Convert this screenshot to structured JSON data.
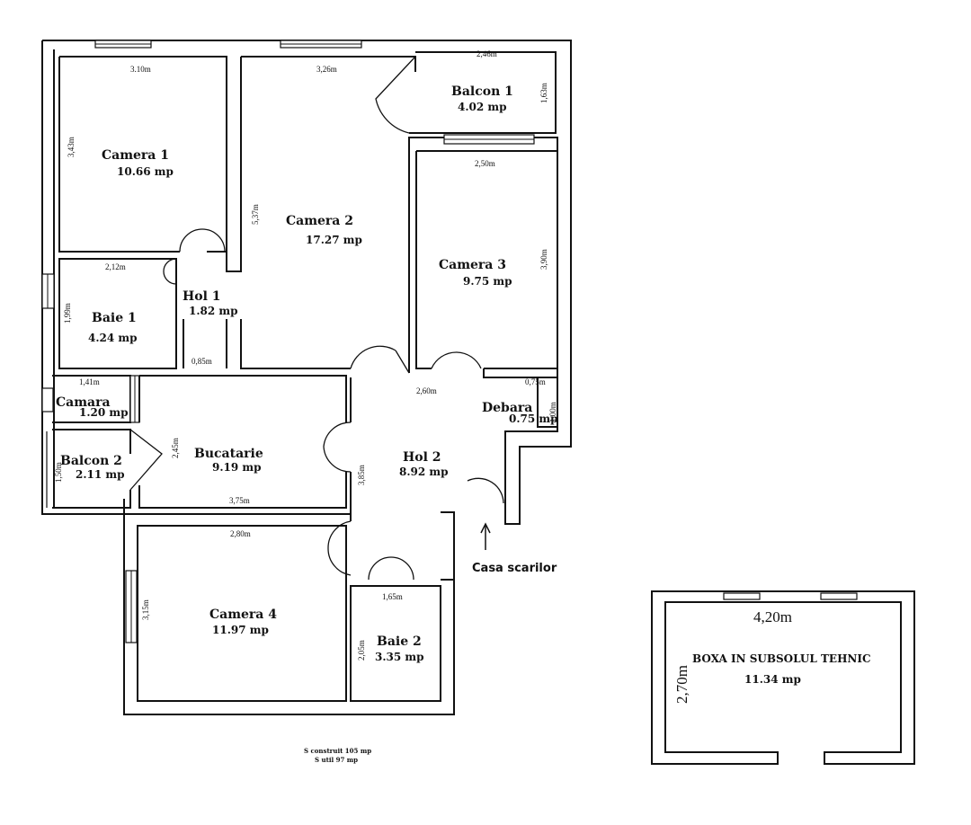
{
  "rooms": {
    "camera1": {
      "name": "Camera 1",
      "area": "10.66 mp",
      "dim_w": "3.10m",
      "dim_h": "3,43m"
    },
    "camera2": {
      "name": "Camera 2",
      "area": "17.27 mp",
      "dim_w": "3,26m",
      "dim_h": "5,37m"
    },
    "balcon1": {
      "name": "Balcon 1",
      "area": "4.02 mp",
      "dim_w": "2,46m",
      "dim_h": "1,63m"
    },
    "camera3": {
      "name": "Camera 3",
      "area": "9.75 mp",
      "dim_w": "2,50m",
      "dim_h": "3,90m"
    },
    "baie1": {
      "name": "Baie 1",
      "area": "4.24 mp",
      "dim_w": "2,12m",
      "dim_h": "1,99m"
    },
    "hol1": {
      "name": "Hol 1",
      "area": "1.82 mp",
      "dim_w": "0,85m"
    },
    "camara": {
      "name": "Camara",
      "area": "1.20 mp",
      "dim_w": "1,41m"
    },
    "balcon2": {
      "name": "Balcon 2",
      "area": "2.11 mp",
      "dim_h": "1,50m"
    },
    "bucatarie": {
      "name": "Bucatarie",
      "area": "9.19 mp",
      "dim_w": "3,75m",
      "dim_h": "2,45m"
    },
    "hol2": {
      "name": "Hol 2",
      "area": "8.92 mp",
      "dim_w": "2,60m",
      "dim_h": "3,85m"
    },
    "debara": {
      "name": "Debara",
      "area": "0.75 mp",
      "dim_w": "0,75m",
      "dim_h": "1,00m"
    },
    "camera4": {
      "name": "Camera 4",
      "area": "11.97 mp",
      "dim_w": "2,80m",
      "dim_h": "3,15m"
    },
    "baie2": {
      "name": "Baie 2",
      "area": "3.35 mp",
      "dim_w": "1,65m",
      "dim_h": "2,05m"
    }
  },
  "stairs_label": "Casa scarilor",
  "totals": {
    "built": "S construit 105 mp",
    "useful": "S util  97 mp"
  },
  "storage": {
    "name": "BOXA IN SUBSOLUL TEHNIC",
    "area": "11.34 mp",
    "dim_w": "4,20m",
    "dim_h": "2,70m"
  }
}
